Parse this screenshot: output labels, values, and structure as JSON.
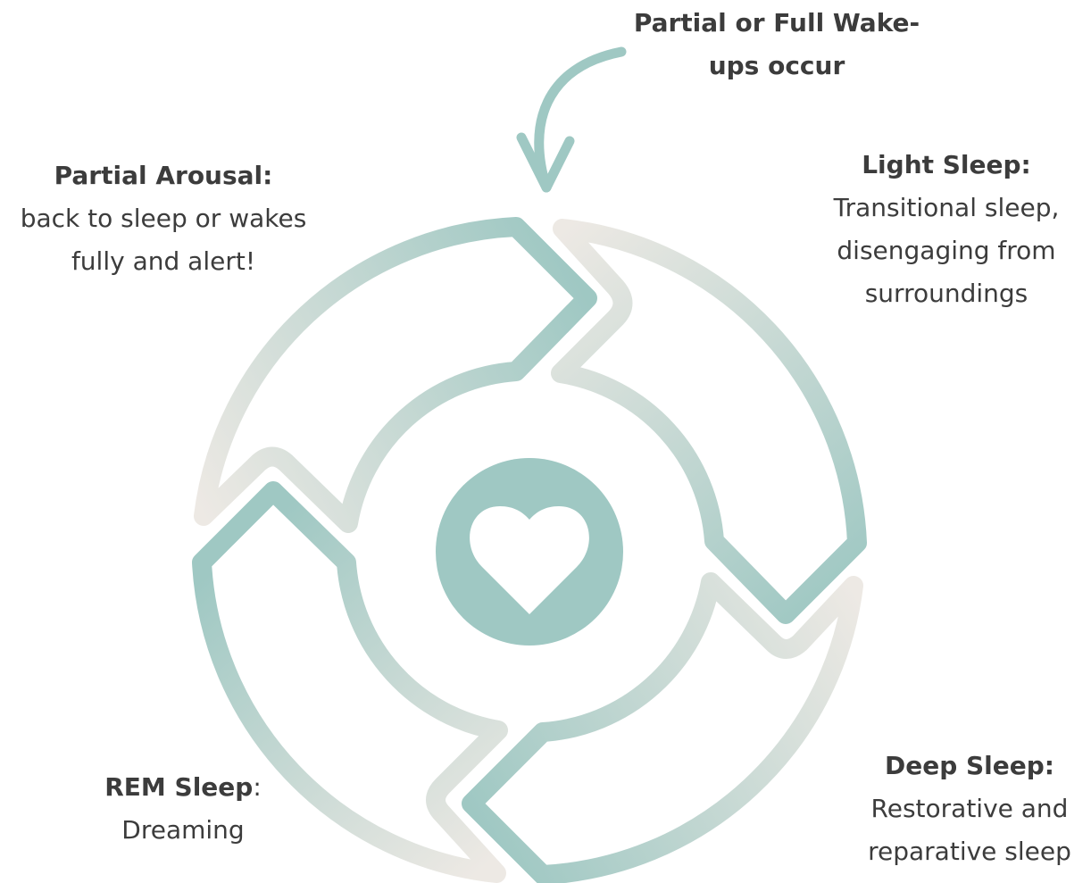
{
  "labels": {
    "wake": {
      "title_line1": "Partial or Full Wake-",
      "title_line2": "ups occur"
    },
    "light": {
      "title": "Light Sleep:",
      "line1": "Transitional sleep,",
      "line2": "disengaging from",
      "line3": "surroundings"
    },
    "arousal": {
      "title": "Partial Arousal:",
      "line1": "back to sleep or wakes",
      "line2": "fully and alert!"
    },
    "deep": {
      "title": "Deep Sleep:",
      "line1": "Restorative and",
      "line2": "reparative sleep"
    },
    "rem": {
      "title": "REM Sleep",
      "suffix": ":",
      "line1": "Dreaming"
    }
  },
  "center_icon": "heart-icon",
  "colors": {
    "teal": "#9fc8c3",
    "light_gray": "#ede9e4",
    "text": "#3c3c3c",
    "white": "#ffffff"
  }
}
